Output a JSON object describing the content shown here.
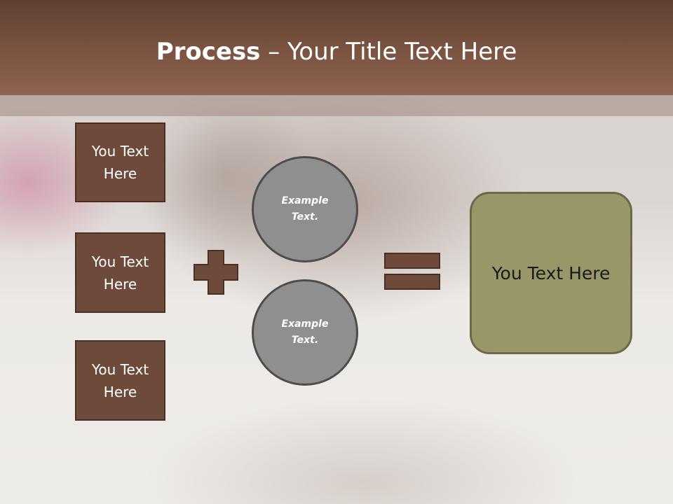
{
  "header": {
    "title_bold": "Process",
    "title_rest": " – Your Title Text Here"
  },
  "boxes": [
    {
      "label": "You Text Here"
    },
    {
      "label": "You Text Here"
    },
    {
      "label": "You Text Here"
    }
  ],
  "operators": {
    "plus": "plus-icon",
    "equals": "equals-icon"
  },
  "circles": [
    {
      "label": "Example Text."
    },
    {
      "label": "Example Text."
    }
  ],
  "result": {
    "label": "You Text Here"
  },
  "colors": {
    "header": "#7c5442",
    "box": "#6e4a3b",
    "circle": "#8f8f8f",
    "result": "#999668"
  }
}
